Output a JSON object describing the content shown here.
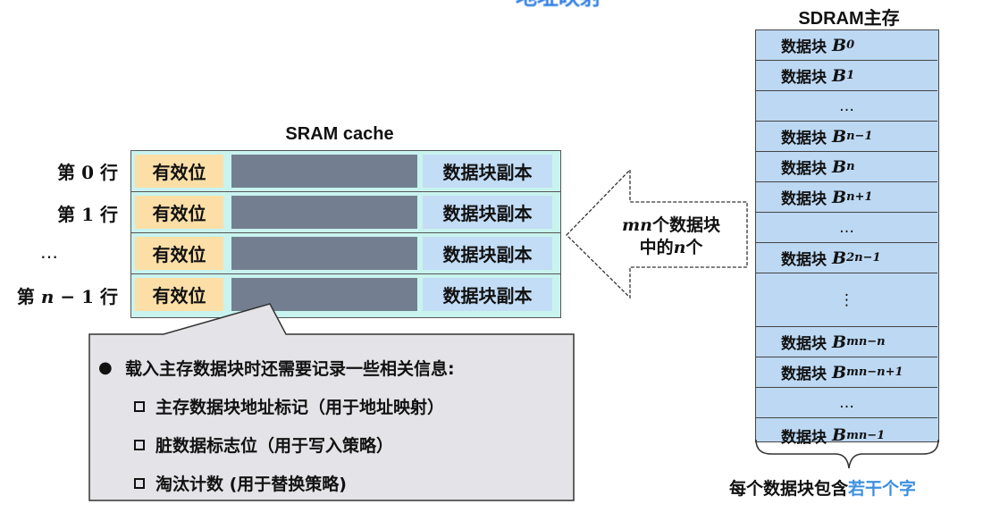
{
  "title_fragment": "地址映射",
  "cache": {
    "title": "SRAM  cache",
    "rows": [
      {
        "label_prefix": "第",
        "label_var": "",
        "label_num": "0",
        "label_suffix": "行",
        "valid": "有效位",
        "copy": "数据块副本"
      },
      {
        "label_prefix": "第",
        "label_var": "",
        "label_num": "1",
        "label_suffix": "行",
        "valid": "有效位",
        "copy": "数据块副本"
      },
      {
        "label_prefix": "…",
        "label_var": "",
        "label_num": "",
        "label_suffix": "",
        "valid": "有效位",
        "copy": "数据块副本"
      },
      {
        "label_prefix": "第",
        "label_var": "n",
        "label_num": " − 1",
        "label_suffix": "行",
        "valid": "有效位",
        "copy": "数据块副本"
      }
    ]
  },
  "arrow": {
    "line1_var": "mn",
    "line1_text": "个数据块",
    "line2_text": "中的",
    "line2_var": "n",
    "line2_suffix": "个"
  },
  "callout": {
    "heading": "载入主存数据块时还需要记录一些相关信息:",
    "items": [
      "主存数据块地址标记（用于地址映射）",
      "脏数据标志位（用于写入策略）",
      "淘汰计数 (用于替换策略)"
    ]
  },
  "sdram": {
    "title": "SDRAM主存",
    "block_label": "数据块",
    "block_symbol": "B",
    "rows": [
      {
        "type": "block",
        "sub": "0"
      },
      {
        "type": "block",
        "sub": "1"
      },
      {
        "type": "ellipsis",
        "text": "…"
      },
      {
        "type": "block",
        "sub": "n−1"
      },
      {
        "type": "block",
        "sub": "n"
      },
      {
        "type": "block",
        "sub": "n+1"
      },
      {
        "type": "ellipsis",
        "text": "…"
      },
      {
        "type": "block",
        "sub": "2n−1"
      },
      {
        "type": "vellipsis",
        "text": "⋮"
      },
      {
        "type": "block",
        "sub": "mn−n"
      },
      {
        "type": "block",
        "sub": "mn−n+1"
      },
      {
        "type": "ellipsis",
        "text": "…"
      },
      {
        "type": "block",
        "sub": "mn−1"
      }
    ]
  },
  "footer": {
    "text": "每个数据块包含",
    "highlight": "若干个字",
    "highlight_color": "#3d8fe0"
  }
}
